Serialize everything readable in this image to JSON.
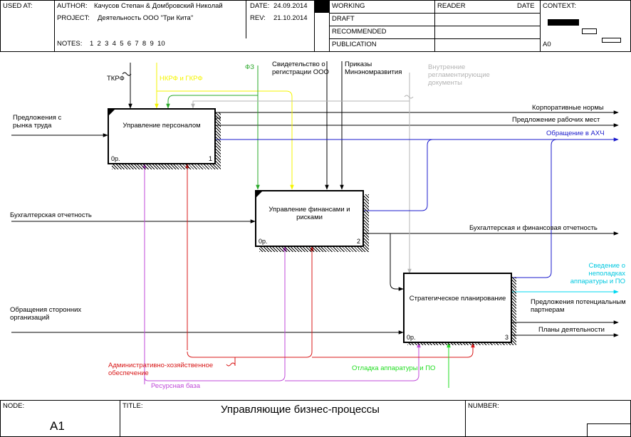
{
  "header": {
    "used_at_label": "USED AT:",
    "author_label": "AUTHOR:",
    "author_value": "Качусов Степан & Домбровский Николай",
    "project_label": "PROJECT:",
    "project_value": "Деятельность ООО \"Три Кита\"",
    "notes_label": "NOTES:",
    "notes_value": "1  2  3  4  5  6  7  8  9  10",
    "date_label": "DATE:",
    "date_value": "24.09.2014",
    "rev_label": "REV:",
    "rev_value": "21.10.2014",
    "status": [
      "WORKING",
      "DRAFT",
      "RECOMMENDED",
      "PUBLICATION"
    ],
    "reader_label": "READER",
    "date2_label": "DATE",
    "context_label": "CONTEXT:",
    "context_node": "A0"
  },
  "footer": {
    "node_label": "NODE:",
    "node_value": "A1",
    "title_label": "TITLE:",
    "title_value": "Управляющие бизнес-процессы",
    "number_label": "NUMBER:"
  },
  "boxes": [
    {
      "title": "Управление персоналом",
      "cost": "0р.",
      "num": "1"
    },
    {
      "title": "Управление финансами и рисками",
      "cost": "0р.",
      "num": "2"
    },
    {
      "title": "Стратегическое планирование",
      "cost": "0р.",
      "num": "3"
    }
  ],
  "arrows": {
    "tkrf": "ТКРФ",
    "nkrf": "НКРФ и ГКРФ",
    "fz": "ФЗ",
    "cert": "Свидетельство о регистрации ООО",
    "orders": "Приказы Минэномразвития",
    "internal_docs": "Внутренние регламентирующие документы",
    "labor_market": "Предложения с рынка труда",
    "accounting": "Бухгалтерская отчетность",
    "requests": "Обращения сторонних организаций",
    "corp_norms": "Корпоративные нормы",
    "job_offers": "Предложение рабочих мест",
    "ahch_request": "Обращение в АХЧ",
    "fin_reports": "Бухгалтерская и финансовая отчетность",
    "faults": "Сведение о неполадках аппаратуры и ПО",
    "partner_offers": "Предложения потенциальным партнерам",
    "plans": "Планы деятельности",
    "admin_support": "Административно-хозяйственное обеспечение",
    "resource_base": "Ресурсная база",
    "hw_debug": "Отладка аппаратуры и ПО"
  },
  "colors": {
    "black": "#000000",
    "yellow": "#f5f500",
    "green": "#2aa82a",
    "gray": "#b4b4b4",
    "blue": "#1a1acc",
    "cyan": "#00d8f0",
    "magenta": "#c04ad8",
    "red": "#d81818",
    "lime": "#22dd22"
  }
}
